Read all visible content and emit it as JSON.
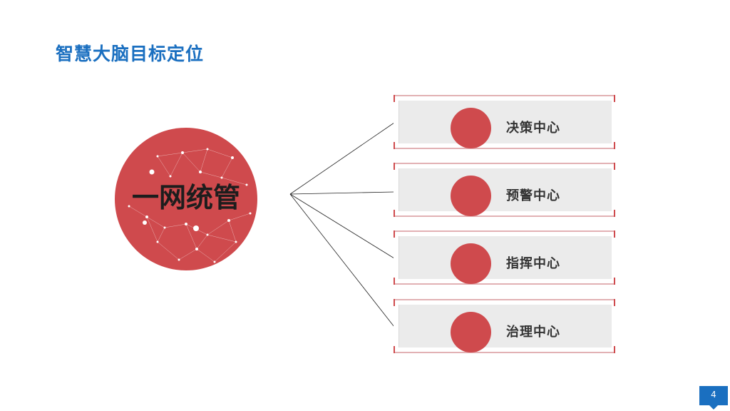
{
  "slide": {
    "title": "智慧大脑目标定位",
    "hub_label": "一网统管",
    "page_number": "4"
  },
  "centers": [
    {
      "label": "决策中心"
    },
    {
      "label": "预警中心"
    },
    {
      "label": "指挥中心"
    },
    {
      "label": "治理中心"
    }
  ],
  "colors": {
    "title_blue": "#1a6fc0",
    "accent_red": "#cf4a4d",
    "card_gray": "#ebebeb"
  }
}
